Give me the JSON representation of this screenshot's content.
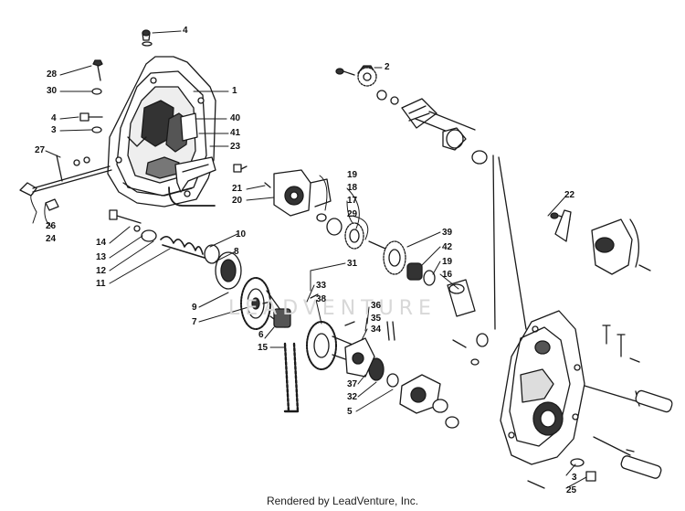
{
  "watermark": "LEADVENTURE",
  "footer": "Rendered by LeadVenture, Inc.",
  "callouts": [
    {
      "id": "c4a",
      "text": "4"
    },
    {
      "id": "c28",
      "text": "28"
    },
    {
      "id": "c30",
      "text": "30"
    },
    {
      "id": "c1",
      "text": "1"
    },
    {
      "id": "c4b",
      "text": "4"
    },
    {
      "id": "c3a",
      "text": "3"
    },
    {
      "id": "c40",
      "text": "40"
    },
    {
      "id": "c41",
      "text": "41"
    },
    {
      "id": "c23",
      "text": "23"
    },
    {
      "id": "c27",
      "text": "27"
    },
    {
      "id": "c26",
      "text": "26"
    },
    {
      "id": "c24",
      "text": "24"
    },
    {
      "id": "c2",
      "text": "2"
    },
    {
      "id": "c21",
      "text": "21"
    },
    {
      "id": "c20",
      "text": "20"
    },
    {
      "id": "c19a",
      "text": "19"
    },
    {
      "id": "c18",
      "text": "18"
    },
    {
      "id": "c17",
      "text": "17"
    },
    {
      "id": "c29",
      "text": "29"
    },
    {
      "id": "c22",
      "text": "22"
    },
    {
      "id": "c14",
      "text": "14"
    },
    {
      "id": "c13",
      "text": "13"
    },
    {
      "id": "c12",
      "text": "12"
    },
    {
      "id": "c11",
      "text": "11"
    },
    {
      "id": "c10",
      "text": "10"
    },
    {
      "id": "c8",
      "text": "8"
    },
    {
      "id": "c31",
      "text": "31"
    },
    {
      "id": "c39",
      "text": "39"
    },
    {
      "id": "c42",
      "text": "42"
    },
    {
      "id": "c19b",
      "text": "19"
    },
    {
      "id": "c16",
      "text": "16"
    },
    {
      "id": "c33",
      "text": "33"
    },
    {
      "id": "c38",
      "text": "38"
    },
    {
      "id": "c36",
      "text": "36"
    },
    {
      "id": "c35",
      "text": "35"
    },
    {
      "id": "c34",
      "text": "34"
    },
    {
      "id": "c9",
      "text": "9"
    },
    {
      "id": "c7",
      "text": "7"
    },
    {
      "id": "c6",
      "text": "6"
    },
    {
      "id": "c15",
      "text": "15"
    },
    {
      "id": "c37",
      "text": "37"
    },
    {
      "id": "c32",
      "text": "32"
    },
    {
      "id": "c5",
      "text": "5"
    },
    {
      "id": "c3b",
      "text": "3"
    },
    {
      "id": "c25",
      "text": "25"
    }
  ]
}
